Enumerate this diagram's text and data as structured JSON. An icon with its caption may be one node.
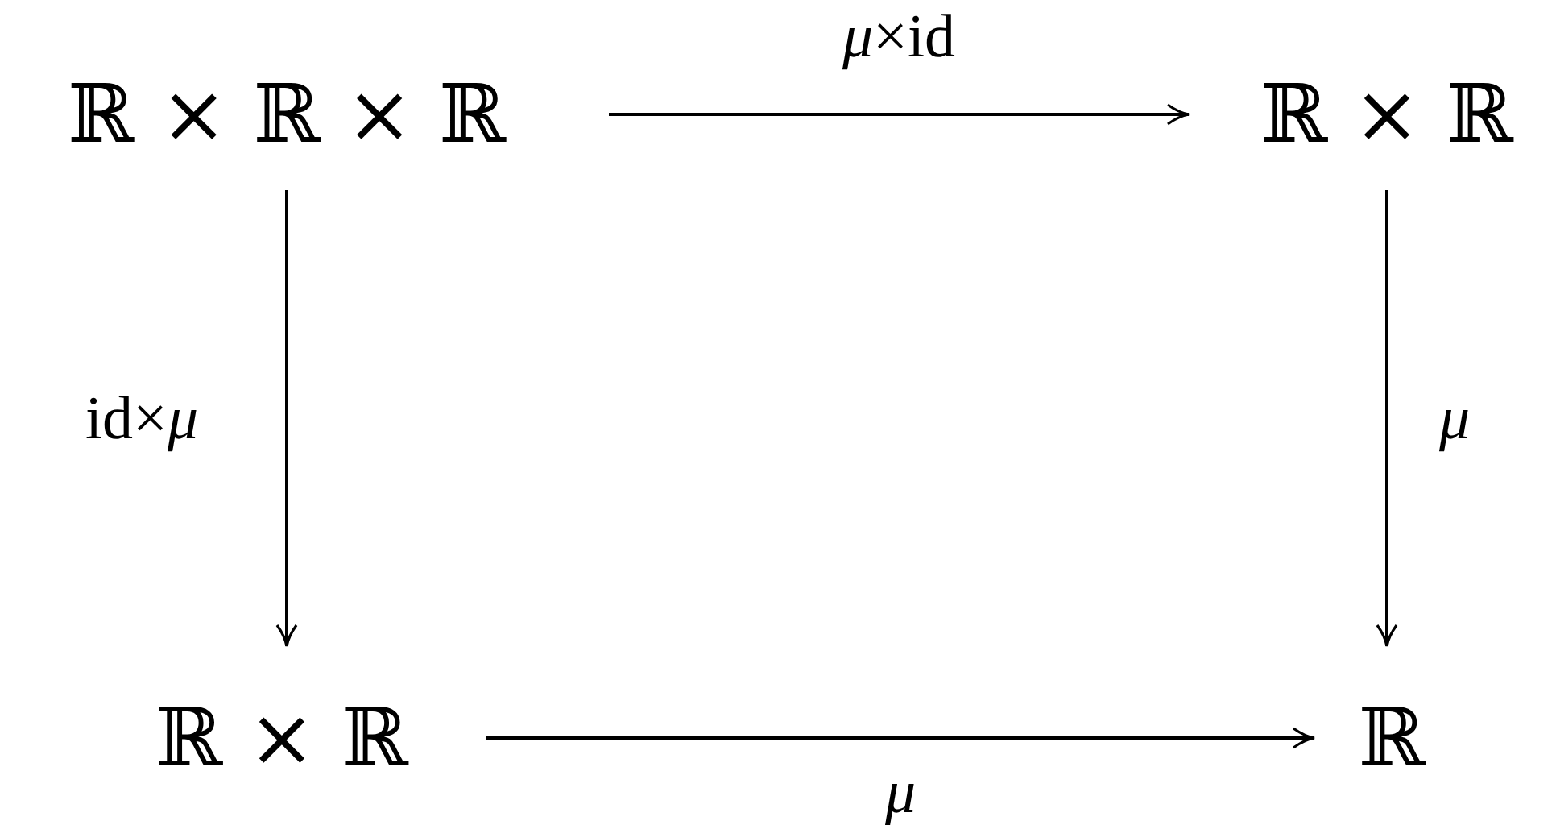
{
  "diagram": {
    "nodes": [
      {
        "text": [
          "ℝ × ℝ × ℝ"
        ]
      },
      {
        "text": [
          "ℝ × ℝ"
        ]
      },
      {
        "text": [
          "ℝ × ℝ"
        ]
      },
      {
        "text": [
          "ℝ"
        ]
      }
    ],
    "edges": [
      {
        "from": 0,
        "to": 1,
        "arrow": "to",
        "label": "*μ*×id"
      },
      {
        "from": 0,
        "to": 2,
        "arrow": "to",
        "label": "id×*μ*"
      },
      {
        "from": 1,
        "to": 3,
        "arrow": "to",
        "label": "*μ*"
      },
      {
        "from": 2,
        "to": 3,
        "arrow": "to",
        "label": "*μ*"
      }
    ]
  }
}
